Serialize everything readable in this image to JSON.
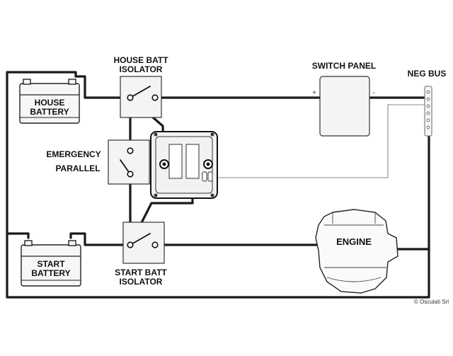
{
  "labels": {
    "house_battery": [
      "HOUSE",
      "BATTERY"
    ],
    "start_battery": [
      "START",
      "BATTERY"
    ],
    "house_isolator": [
      "HOUSE BATT",
      "ISOLATOR"
    ],
    "start_isolator": [
      "START  BATT",
      "ISOLATOR"
    ],
    "emergency_parallel": [
      "EMERGENCY",
      "PARALLEL"
    ],
    "switch_panel": "SWITCH PANEL",
    "neg_bus": "NEG BUS",
    "engine": "ENGINE",
    "plus": "+",
    "minus": "-",
    "copyright": "© Osculati Srl"
  },
  "icons": {
    "battery": "battery-icon",
    "switch": "switch-icon",
    "relay": "voltage-sensing-relay-icon",
    "engine": "engine-icon"
  }
}
